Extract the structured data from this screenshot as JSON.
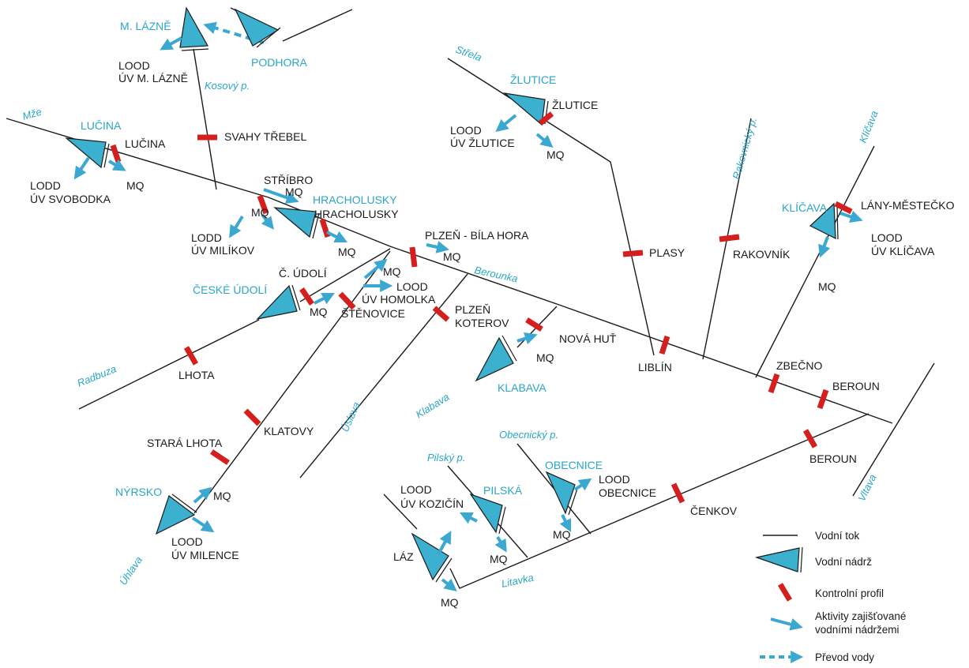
{
  "colors": {
    "stream": "#1a1a1a",
    "reservoir_fill": "#3bb1cf",
    "reservoir_stroke": "#1a1a1a",
    "profile": "#d51f1f",
    "arrow": "#3aa8d0",
    "river_label": "#2aa6c9",
    "text": "#1a1a1a"
  },
  "streams": {
    "mze": "Mže",
    "kosovy": "Kosový p.",
    "strela": "Střela",
    "rakovnicky": "Rakovnický p.",
    "klicava": "Klíčava",
    "berounka": "Berounka",
    "radbuza": "Radbuza",
    "uslava": "Úslava",
    "klabava": "Klabava",
    "uhlava": "Úhlava",
    "pilsky": "Pilský p.",
    "obecnicky": "Obecnický p.",
    "litavka": "Litavka",
    "vltava": "Vltava"
  },
  "reservoirs": {
    "m_lazne": "M. LÁZNĚ",
    "podhora": "PODHORA",
    "lucina": "LUČINA",
    "hracholusky": "HRACHOLUSKY",
    "zlutice": "ŽLUTICE",
    "klicava": "KLÍČAVA",
    "ceske_udoli": "ČESKÉ ÚDOLÍ",
    "klabava": "KLABAVA",
    "nyrsko": "NÝRSKO",
    "pilska": "PILSKÁ",
    "obecnice": "OBECNICE"
  },
  "labels": {
    "lood_m_lazne_1": "LOOD",
    "lood_m_lazne_2": "ÚV M. LÁZNĚ",
    "lucina_profile": "LUČINA",
    "svahy_trebel": "SVAHY TŘEBEL",
    "lodd_svobodka_1": "LODD",
    "lodd_svobodka_2": "ÚV SVOBODKA",
    "mq_lucina": "MQ",
    "stribro": "STŘÍBRO",
    "mq_stribro": "MQ",
    "mq_milikov": "MQ",
    "lodd_milikov_1": "LODD",
    "lodd_milikov_2": "ÚV MILÍKOV",
    "hracholusky_profile": "HRACHOLUSKY",
    "mq_hracholusky": "MQ",
    "plzen_bila_hora": "PLZEŇ - BÍLA HORA",
    "mq_bila_hora": "MQ",
    "zlutice_profile": "ŽLUTICE",
    "lood_zlutice_1": "LOOD",
    "lood_zlutice_2": "ÚV ŽLUTICE",
    "mq_zlutice": "MQ",
    "plasy": "PLASY",
    "rakovnik": "RAKOVNÍK",
    "lany_mestecko": "LÁNY-MĚSTEČKO",
    "lood_klicava_1": "LOOD",
    "lood_klicava_2": "ÚV KLÍČAVA",
    "mq_klicava": "MQ",
    "c_udoli": "Č. ÚDOLÍ",
    "mq_c_udoli": "MQ",
    "mq_homolka": "MQ",
    "lood_homolka_1": "LOOD",
    "lood_homolka_2": "ÚV HOMOLKA",
    "stenovice": "ŠTĚNOVICE",
    "plzen_koterov_1": "PLZEŇ",
    "plzen_koterov_2": "KOTEROV",
    "nova_hut": "NOVÁ HUŤ",
    "mq_klabava": "MQ",
    "liblin": "LIBLÍN",
    "zbecno": "ZBEČNO",
    "beroun_1": "BEROUN",
    "beroun_2": "BEROUN",
    "lhota": "LHOTA",
    "klatovy": "KLATOVY",
    "stara_lhota": "STARÁ LHOTA",
    "mq_nyrsko": "MQ",
    "lood_milence_1": "LOOD",
    "lood_milence_2": "ÚV MILENCE",
    "lood_kozicin_1": "LOOD",
    "lood_kozicin_2": "ÚV KOZIČÍN",
    "laz": "LÁZ",
    "mq_laz": "MQ",
    "mq_pilska": "MQ",
    "lood_obecnice_1": "LOOD",
    "lood_obecnice_2": "OBECNICE",
    "mq_obecnice": "MQ",
    "cenkov": "ČENKOV"
  },
  "legend": {
    "stream": "Vodní tok",
    "reservoir": "Vodní nádrž",
    "profile": "Kontrolní profil",
    "activities_1": "Aktivity zajišťované",
    "activities_2": "vodními nádržemi",
    "transfer": "Převod vody"
  }
}
